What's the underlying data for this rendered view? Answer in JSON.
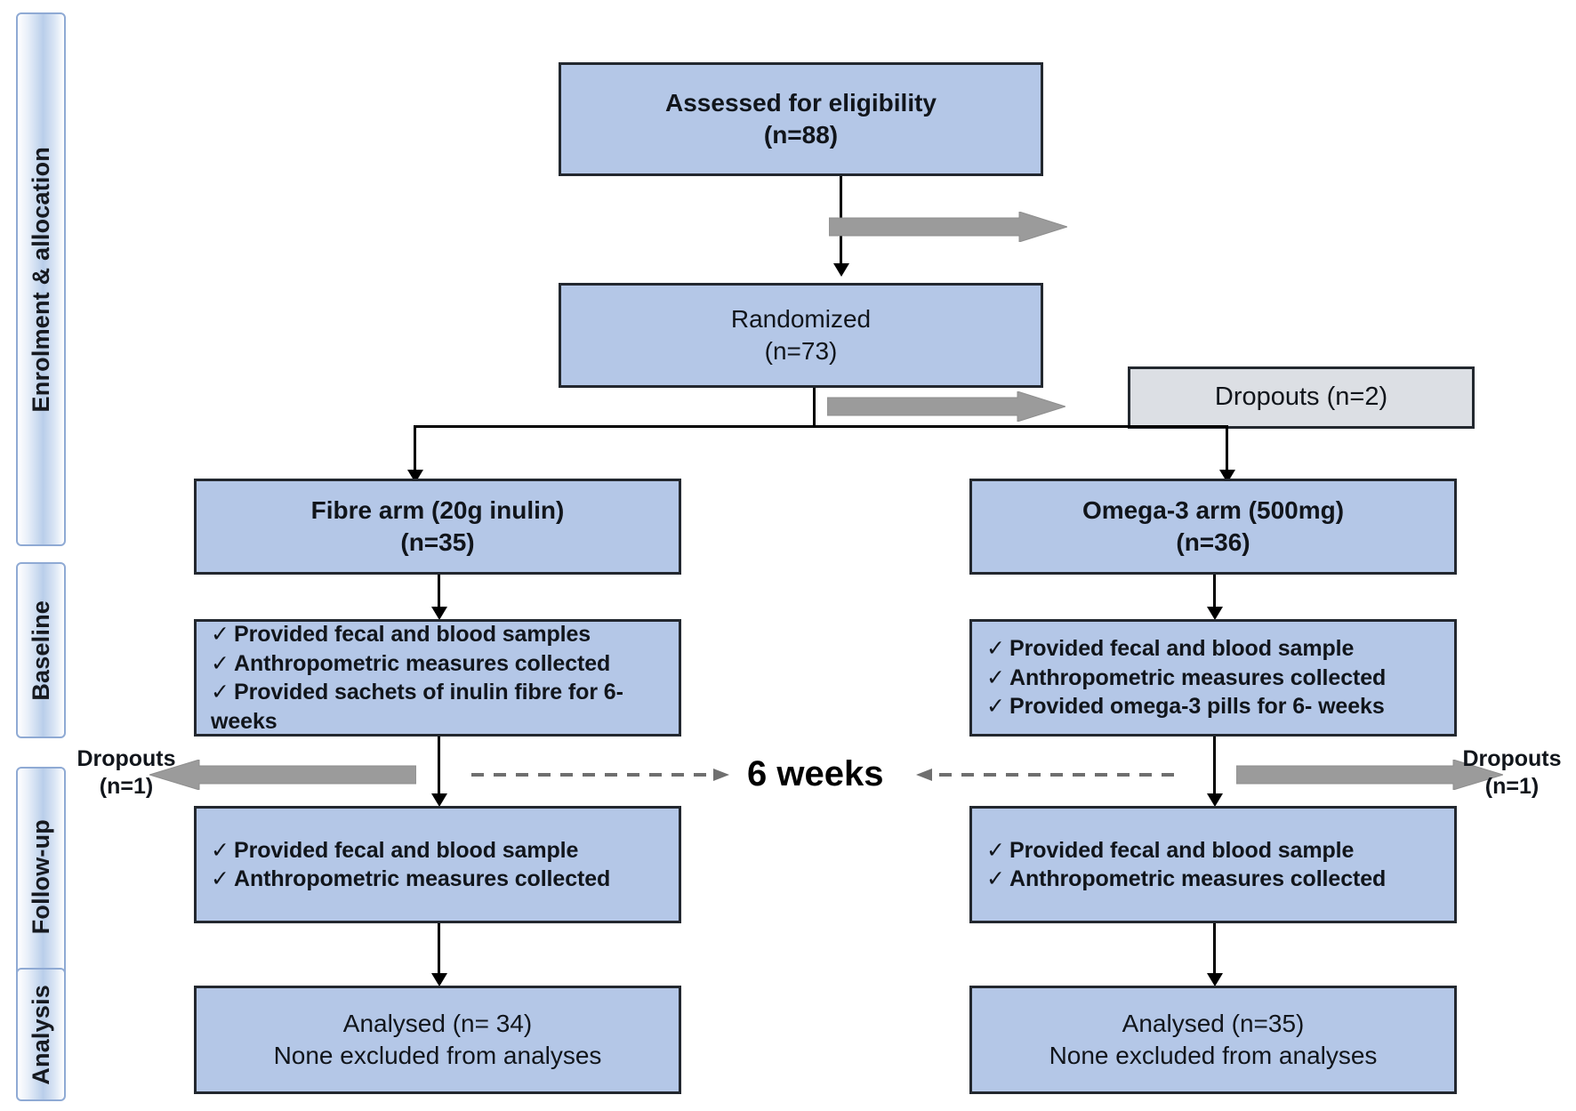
{
  "figure": {
    "type": "consort-flow-diagram",
    "colors": {
      "box_fill": "#b4c7e7",
      "box_fill_grey": "#dcdfe4",
      "box_border": "#23282f",
      "stage_bar_border": "#8faad4",
      "block_arrow": "#9b9b9b",
      "connector": "#000000"
    }
  },
  "stages": [
    {
      "id": "enrolment",
      "label": "Enrolment & allocation"
    },
    {
      "id": "baseline",
      "label": "Baseline"
    },
    {
      "id": "followup",
      "label": "Follow-up"
    },
    {
      "id": "analysis",
      "label": "Analysis"
    }
  ],
  "nodes": {
    "eligibility": {
      "line1": "Assessed for eligibility",
      "line2": "(n=88)"
    },
    "randomized": {
      "line1": "Randomized",
      "line2": "(n=73)"
    },
    "dropouts_randomization": {
      "label": "Dropouts (n=2)"
    },
    "fibre_arm": {
      "line1": "Fibre arm (20g inulin)",
      "line2": "(n=35)"
    },
    "omega_arm": {
      "line1": "Omega-3 arm (500mg)",
      "line2": "(n=36)"
    },
    "fibre_baseline": {
      "tick": "✓",
      "items": [
        "Provided fecal and blood samples",
        "Anthropometric measures collected",
        "Provided sachets of inulin fibre for 6- weeks"
      ]
    },
    "omega_baseline": {
      "tick": "✓",
      "items": [
        "Provided fecal and blood sample",
        "Anthropometric measures collected",
        "Provided omega-3 pills for 6- weeks"
      ]
    },
    "fibre_followup": {
      "tick": "✓",
      "items": [
        "Provided fecal and blood sample",
        "Anthropometric measures collected"
      ]
    },
    "omega_followup": {
      "tick": "✓",
      "items": [
        "Provided fecal and blood sample",
        "Anthropometric measures collected"
      ]
    },
    "fibre_analysed": {
      "line1": "Analysed (n= 34)",
      "line2": "None excluded from analyses"
    },
    "omega_analysed": {
      "line1": "Analysed (n=35)",
      "line2": "None excluded from analyses"
    },
    "dropouts_fibre": {
      "line1": "Dropouts",
      "line2": "(n=1)"
    },
    "dropouts_omega": {
      "line1": "Dropouts",
      "line2": "(n=1)"
    },
    "timepoint": {
      "label": "6 weeks"
    }
  }
}
